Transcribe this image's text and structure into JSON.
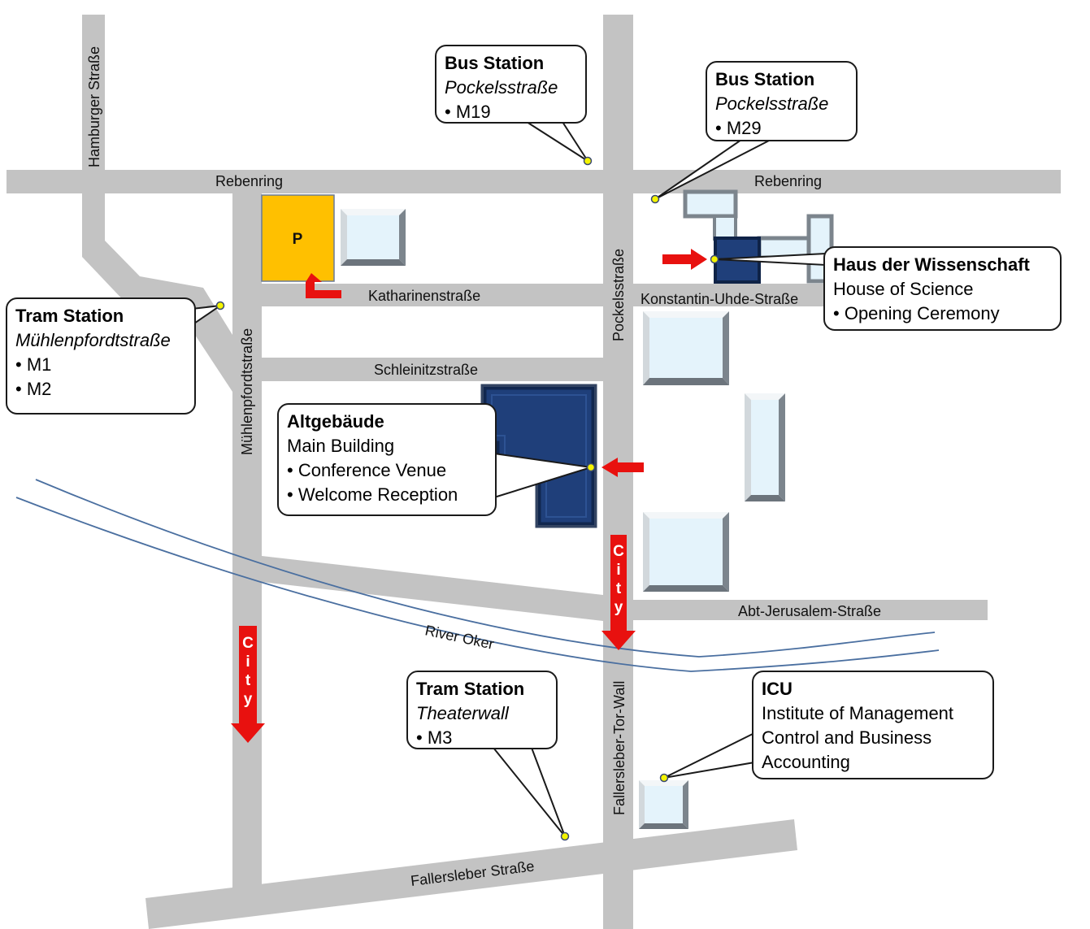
{
  "streets": {
    "hamburger": "Hamburger  Straße",
    "rebenring_left": "Rebenring",
    "rebenring_right": "Rebenring",
    "katharinen": "Katharinenstraße",
    "konstantin": "Konstantin-Uhde-Straße",
    "schleinitz": "Schleinitzstraße",
    "muehlenpfordt": "Mühlenpfordtstraße",
    "pockels": "Pockelsstraße",
    "fallersleber_tor": "Fallersleber-Tor-Wall",
    "abt_jerusalem": "Abt-Jerusalem-Straße",
    "fallersleber": "Fallersleber Straße",
    "river": "River Oker"
  },
  "parking_label": "P",
  "city_arrows": [
    "C",
    "i",
    "t",
    "y"
  ],
  "callouts": {
    "bus_m19": {
      "title": "Bus Station",
      "subtitle": "Pockelsstraße",
      "items": [
        "M19"
      ]
    },
    "bus_m29": {
      "title": "Bus Station",
      "subtitle": "Pockelsstraße",
      "items": [
        "M29"
      ]
    },
    "haus": {
      "title": "Haus der Wissenschaft",
      "subtitle": "House of Science",
      "items": [
        "Opening Ceremony"
      ]
    },
    "tram_muehlen": {
      "title": "Tram Station",
      "subtitle": "Mühlenpfordtstraße",
      "items": [
        "M1",
        "M2"
      ]
    },
    "altgebaeude": {
      "title": "Altgebäude",
      "subtitle": "Main Building",
      "items": [
        "Conference Venue",
        "Welcome Reception"
      ]
    },
    "tram_theater": {
      "title": "Tram Station",
      "subtitle": "Theaterwall",
      "items": [
        "M3"
      ]
    },
    "icu": {
      "title": "ICU",
      "lines": [
        "Institute of Management",
        "Control and Business",
        "Accounting"
      ]
    }
  },
  "colors": {
    "road": "#c3c3c3",
    "river": "#4a6fa0",
    "arrow": "#e8110f",
    "parking": "#ffc000",
    "venue": "#1f3f7a",
    "building_light": "#e4f3fb",
    "marker": "#f4f400"
  }
}
